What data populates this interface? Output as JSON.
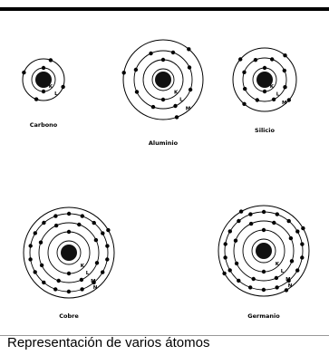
{
  "caption": "Representación de varios átomos",
  "atoms": [
    {
      "name": "Carbono",
      "shells": [
        "K",
        "L"
      ],
      "electrons": [
        2,
        4
      ]
    },
    {
      "name": "Aluminio",
      "shells": [
        "K",
        "L",
        "M"
      ],
      "electrons": [
        2,
        8,
        3
      ]
    },
    {
      "name": "Silicio",
      "shells": [
        "K",
        "L",
        "M"
      ],
      "electrons": [
        2,
        8,
        4
      ]
    },
    {
      "name": "Cobre",
      "shells": [
        "K",
        "L",
        "M",
        "N"
      ],
      "electrons": [
        2,
        8,
        18,
        1
      ]
    },
    {
      "name": "Germanio",
      "shells": [
        "K",
        "L",
        "M",
        "N"
      ],
      "electrons": [
        2,
        8,
        18,
        4
      ]
    }
  ]
}
